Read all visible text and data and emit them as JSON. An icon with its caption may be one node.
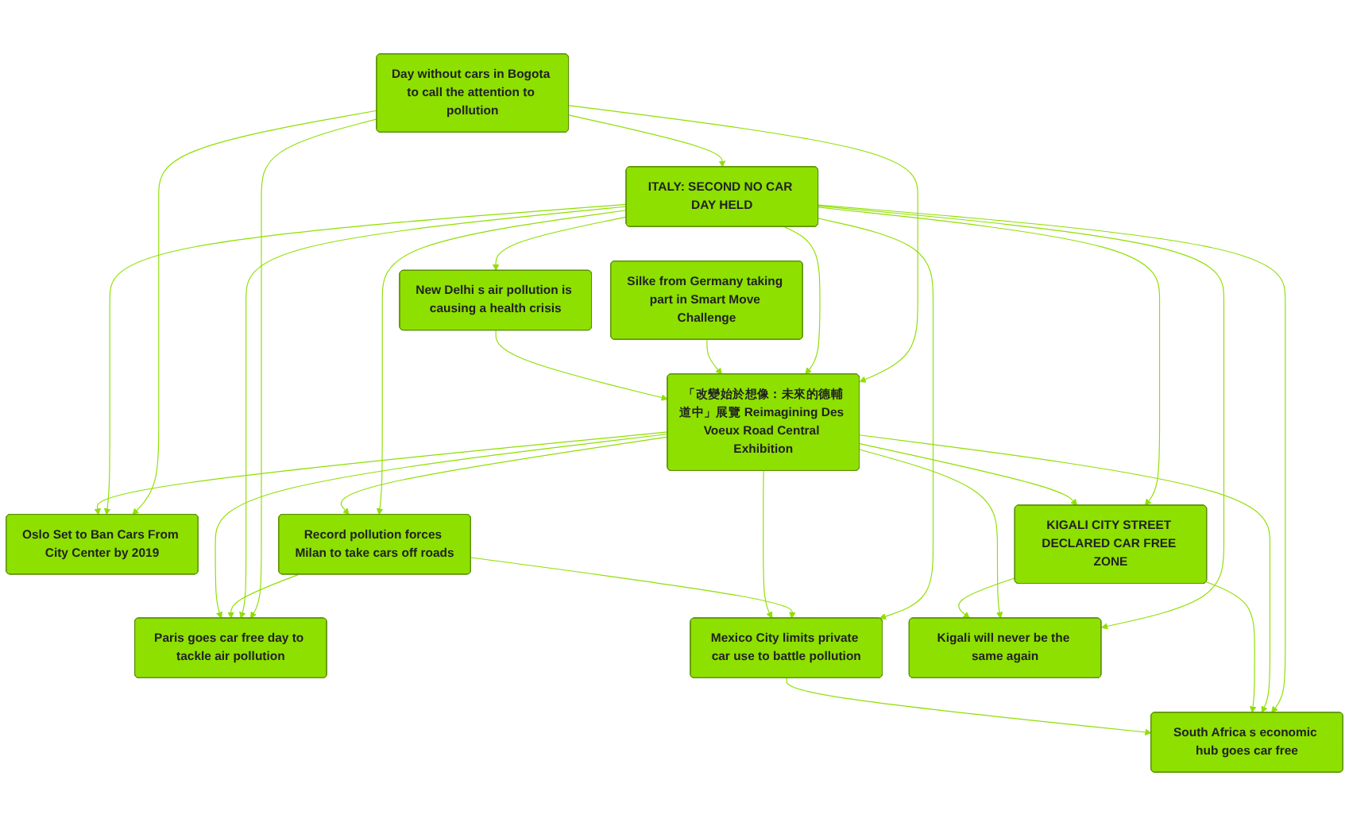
{
  "diagram": {
    "nodes": [
      {
        "text": [
          "Day without cars in Bogota to call the attention to pollution"
        ]
      },
      {
        "text": [
          "New Delhi s air pollution is causing a health crisis"
        ]
      },
      {
        "text": [
          "Silke from Germany taking part in Smart Move Challenge"
        ]
      },
      {
        "text": [
          "ITALY: SECOND NO CAR DAY HELD"
        ]
      },
      {
        "text": [
          "Oslo Set to Ban Cars From City Center by 2019"
        ]
      },
      {
        "text": [
          "Record pollution forces Milan to take cars off roads"
        ]
      },
      {
        "text": [
          "Paris goes car free day to tackle air pollution"
        ]
      },
      {
        "text": [
          "Mexico City limits private car use to battle pollution"
        ]
      },
      {
        "text": [
          "KIGALI CITY STREET DECLARED CAR FREE ZONE"
        ]
      },
      {
        "text": [
          "Kigali will never be the same again"
        ]
      },
      {
        "text": [
          "「改變始於想像：未來的德輔道中」展覽 Reimagining Des Voeux Road Central Exhibition"
        ]
      },
      {
        "text": [
          "South Africa s economic hub goes car free"
        ]
      }
    ],
    "edges": [
      {
        "from": 0,
        "to": 3,
        "arrow": "to"
      },
      {
        "from": 0,
        "to": 4,
        "arrow": "to"
      },
      {
        "from": 0,
        "to": 6,
        "arrow": "to"
      },
      {
        "from": 0,
        "to": 10,
        "arrow": "to"
      },
      {
        "from": 3,
        "to": 1,
        "arrow": "to"
      },
      {
        "from": 3,
        "to": 4,
        "arrow": "to"
      },
      {
        "from": 3,
        "to": 5,
        "arrow": "to"
      },
      {
        "from": 3,
        "to": 6,
        "arrow": "to"
      },
      {
        "from": 3,
        "to": 10,
        "arrow": "to"
      },
      {
        "from": 3,
        "to": 7,
        "arrow": "to"
      },
      {
        "from": 3,
        "to": 8,
        "arrow": "to"
      },
      {
        "from": 3,
        "to": 9,
        "arrow": "to"
      },
      {
        "from": 3,
        "to": 11,
        "arrow": "to"
      },
      {
        "from": 2,
        "to": 10,
        "arrow": "to"
      },
      {
        "from": 1,
        "to": 10,
        "arrow": "to"
      },
      {
        "from": 5,
        "to": 7,
        "arrow": "to"
      },
      {
        "from": 5,
        "to": 6,
        "arrow": "to"
      },
      {
        "from": 10,
        "to": 4,
        "arrow": "to"
      },
      {
        "from": 10,
        "to": 5,
        "arrow": "to"
      },
      {
        "from": 10,
        "to": 6,
        "arrow": "to"
      },
      {
        "from": 10,
        "to": 7,
        "arrow": "to"
      },
      {
        "from": 10,
        "to": 8,
        "arrow": "to"
      },
      {
        "from": 10,
        "to": 9,
        "arrow": "to"
      },
      {
        "from": 10,
        "to": 11,
        "arrow": "to"
      },
      {
        "from": 8,
        "to": 9,
        "arrow": "to"
      },
      {
        "from": 8,
        "to": 11,
        "arrow": "to"
      },
      {
        "from": 7,
        "to": 11,
        "arrow": "to"
      }
    ]
  }
}
